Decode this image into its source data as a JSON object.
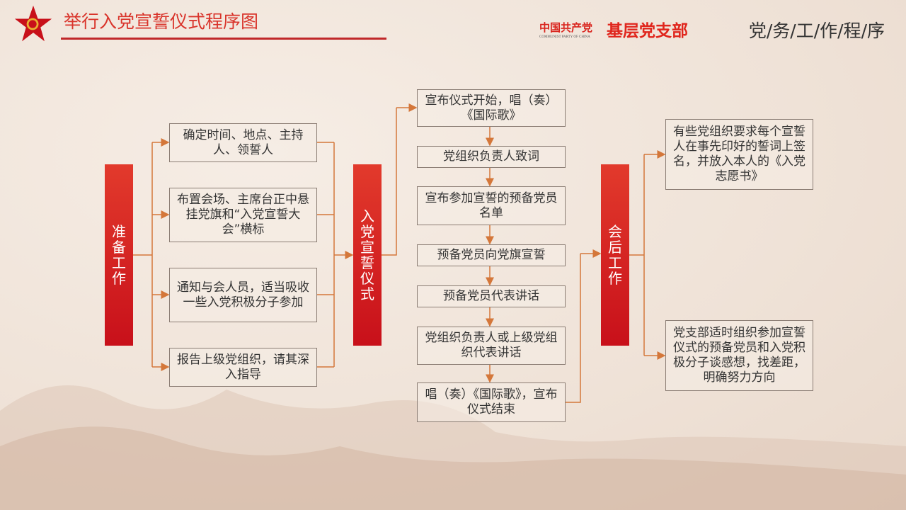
{
  "header": {
    "title": "举行入党宣誓仪式程序图",
    "brand_cn": "中国共产党",
    "brand_en": "COMMUNIST PARTY OF CHINA",
    "brand_main": "基层党支部",
    "section": "党/务/工/作/程/序"
  },
  "colors": {
    "accent": "#d9342b",
    "connector": "#d4773a",
    "bar": "#d8221f"
  },
  "stages": [
    {
      "label": "准备工作",
      "steps": [
        "确定时间、地点、主持人、领誓人",
        "布置会场、主席台正中悬挂党旗和“入党宣誓大会”横标",
        "通知与会人员，适当吸收一些入党积极分子参加",
        "报告上级党组织，请其深入指导"
      ]
    },
    {
      "label": "入党宣誓仪式",
      "steps": [
        "宣布仪式开始，唱（奏）《国际歌》",
        "党组织负责人致词",
        "宣布参加宣誓的预备党员名单",
        "预备党员向党旗宣誓",
        "预备党员代表讲话",
        "党组织负责人或上级党组织代表讲话",
        "唱（奏）《国际歌》，宣布仪式结束"
      ]
    },
    {
      "label": "会后工作",
      "steps": [
        "有些党组织要求每个宣誓人在事先印好的誓词上签名，并放入本人的《入党志愿书》",
        "党支部适时组织参加宣誓仪式的预备党员和入党积极分子谈感想，找差距，明确努力方向"
      ]
    }
  ]
}
